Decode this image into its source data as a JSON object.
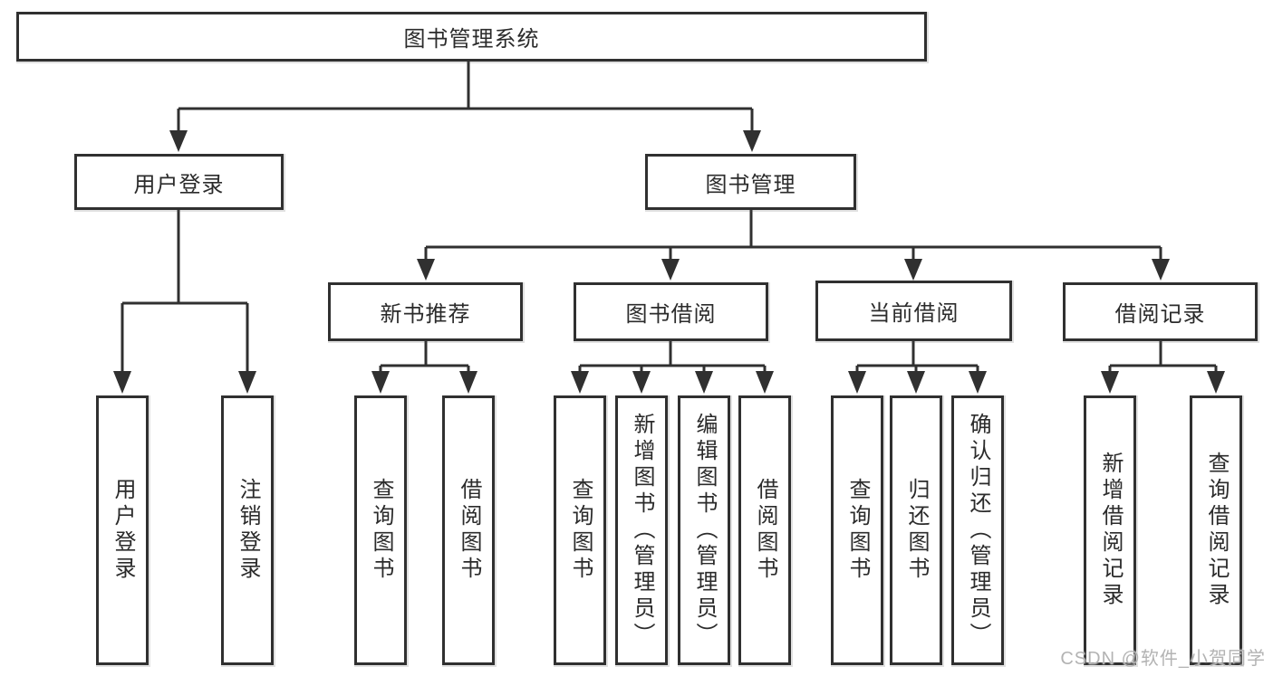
{
  "title": {
    "root": "图书管理系统"
  },
  "level2": {
    "user_login": "用户登录",
    "book_mgmt": "图书管理"
  },
  "level3": {
    "new_books": "新书推荐",
    "book_borrow": "图书借阅",
    "current_borrow": "当前借阅",
    "borrow_records": "借阅记录"
  },
  "leaves": {
    "user_login": [
      "用户登录",
      "注销登录"
    ],
    "new_books": [
      "查询图书",
      "借阅图书"
    ],
    "book_borrow": [
      "查询图书",
      "新增图书（管理员）",
      "编辑图书（管理员）",
      "借阅图书"
    ],
    "current_borrow": [
      "查询图书",
      "归还图书",
      "确认归还（管理员）"
    ],
    "borrow_records": [
      "新增借阅记录",
      "查询借阅记录"
    ]
  },
  "watermark": "CSDN @软件_小贺同学",
  "colors": {
    "line": "#303030",
    "text": "#2b2b2b",
    "watermark": "#b3b3b3",
    "background": "#ffffff"
  }
}
